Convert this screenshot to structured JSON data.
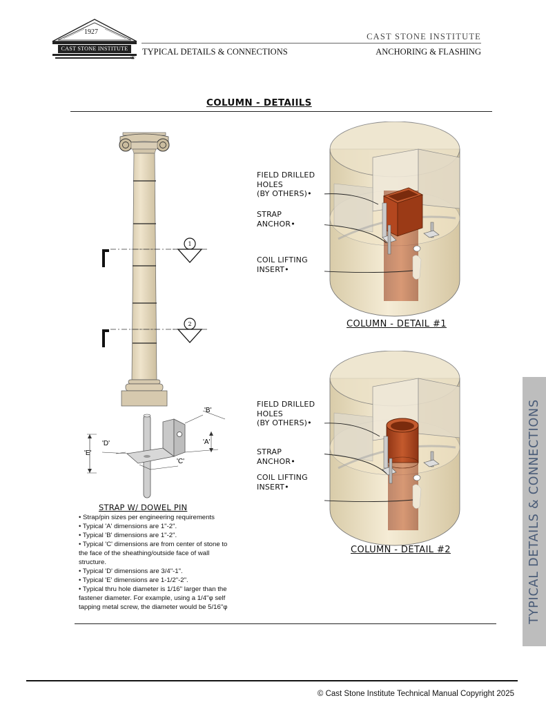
{
  "logo": {
    "year": "1927",
    "name": "CAST STONE INSTITUTE",
    "registered": "®"
  },
  "header": {
    "org": "CAST STONE INSTITUTE",
    "left_title": "TYPICAL DETAILS & CONNECTIONS",
    "right_title": "ANCHORING & FLASHING"
  },
  "page_title": "COLUMN - DETAIILS",
  "column": {
    "section_1": "1",
    "section_2": "2"
  },
  "strap": {
    "dims": {
      "a": "'A'",
      "b": "'B'",
      "c": "'C'",
      "d": "'D'",
      "e": "'E'"
    },
    "title": "STRAP W/ DOWEL PIN",
    "notes": [
      "• Strap/pin sizes per engineering requirements",
      "• Typical 'A' dimensions are 1\"-2\".",
      "• Typical 'B' dimensions are 1\"-2\".",
      "• Typical 'C' dimensions are from center of stone to",
      "the face of the sheathing/outside face of wall",
      "structure.",
      "• Typical 'D' dimensions are 3/4\"-1\".",
      "• Typical 'E' dimensions are 1-1/2\"-2\".",
      "• Typical thru hole diameter is 1/16\" larger than the",
      "fastener diameter. For example, using a 1/4\"φ self",
      "tapping metal screw, the diameter would be 5/16\"φ"
    ]
  },
  "detail1": {
    "labels": {
      "holes_1": "FIELD DRILLED",
      "holes_2": "HOLES",
      "holes_3": "(BY OTHERS)",
      "strap_1": "STRAP",
      "strap_2": "ANCHOR",
      "coil_1": "COIL LIFTING",
      "coil_2": "INSERT"
    },
    "title": "COLUMN - DETAIL #1"
  },
  "detail2": {
    "labels": {
      "holes_1": "FIELD DRILLED",
      "holes_2": "HOLES",
      "holes_3": "(BY OTHERS)",
      "strap_1": "STRAP",
      "strap_2": "ANCHOR",
      "coil_1": "COIL LIFTING",
      "coil_2": "INSERT"
    },
    "title": "COLUMN - DETAIL #2"
  },
  "side_tab": "TYPICAL DETAILS & CONNECTIONS",
  "footer": "© Cast Stone Institute Technical Manual Copyright 2025",
  "colors": {
    "stone": "#e9dcc2",
    "steel": "#b5471f",
    "tab": "#bdbdbd",
    "tab_text": "#4a5c78"
  }
}
